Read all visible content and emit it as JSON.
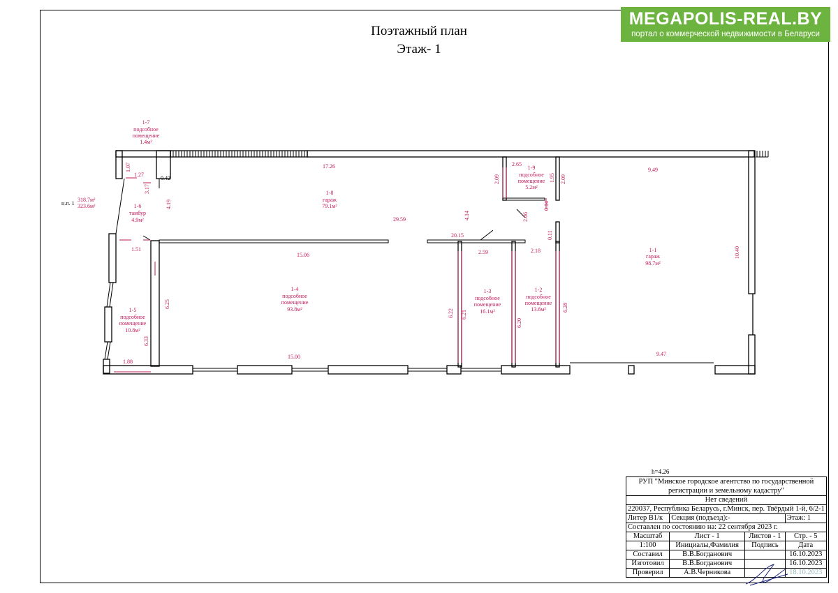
{
  "title": {
    "line1": "Поэтажный план",
    "line2": "Этаж- 1"
  },
  "logo": {
    "name": "MEGAPOLIS-REAL.BY",
    "tagline": "портал о коммерческой недвижимости в Беларуси"
  },
  "colors": {
    "dimension": "#c2185b",
    "wall": "#000000",
    "logo_bg": "#6db33f"
  },
  "side_note": {
    "label": "н.п. 1",
    "area1": "318.7м²",
    "area2": "323.6м²"
  },
  "rooms": [
    {
      "id": "1-1",
      "name": "гараж",
      "area": "98.7м²"
    },
    {
      "id": "1-2",
      "name1": "подсобное",
      "name2": "помещение",
      "area": "13.6м²"
    },
    {
      "id": "1-3",
      "name1": "подсобное",
      "name2": "помещение",
      "area": "16.1м²"
    },
    {
      "id": "1-4",
      "name1": "подсобное",
      "name2": "помещение",
      "area": "93.8м²"
    },
    {
      "id": "1-5",
      "name1": "подсобное",
      "name2": "помещение",
      "area": "10.8м²"
    },
    {
      "id": "1-6",
      "name": "тамбур",
      "area": "4.9м²"
    },
    {
      "id": "1-7",
      "name1": "подсобное",
      "name2": "помещение",
      "area": "1.4м²"
    },
    {
      "id": "1-8",
      "name": "гараж",
      "area": "79.1м²"
    },
    {
      "id": "1-9",
      "name1": "подсобное",
      "name2": "помещение",
      "area": "5.2м²"
    }
  ],
  "dimensions": [
    "17.26",
    "9.49",
    "2.65",
    "2.09",
    "1.95",
    "2.09",
    "0.14",
    "2.06",
    "4.14",
    "29.59",
    "20.15",
    "2.59",
    "2.18",
    "0.11",
    "15.06",
    "10.40",
    "1.07",
    "1.27",
    "0.42",
    "3.17",
    "4.19",
    "1.51",
    "6.25",
    "6.33",
    "1.88",
    "15.00",
    "6.22",
    "6.21",
    "6.20",
    "6.28",
    "9.47"
  ],
  "height_note": "h=4.26",
  "stamp": {
    "org1": "РУП \"Минское городское агентство по государственной",
    "org2": "регистрации и земельному кадастру\"",
    "no_data": "Нет сведений",
    "address": "220037, Республика Беларусь, г.Минск, пер. Твёрдый 1-й, 6/2-1",
    "liter": "Литер В1/к",
    "section": "Секция (подъезд):-",
    "floor": "Этаж: 1",
    "state": "Составлен по состоянию на: 22 сентября 2023 г.",
    "scale_label": "Масштаб",
    "sheet": "Лист -      1",
    "sheets": "Листов -  1",
    "page": "Стр. -    5",
    "scale": "1:100",
    "col_name": "Инициалы,Фамилия",
    "col_sign": "Подпись",
    "col_date": "Дата",
    "rows": [
      {
        "role": "Составил",
        "name": "В.В.Богданович",
        "date": "16.10.2023"
      },
      {
        "role": "Изготовил",
        "name": "В.В.Богданович",
        "date": "16.10.2023"
      },
      {
        "role": "Проверил",
        "name": "А.В.Черникова",
        "date": "18.10.2023"
      }
    ]
  }
}
